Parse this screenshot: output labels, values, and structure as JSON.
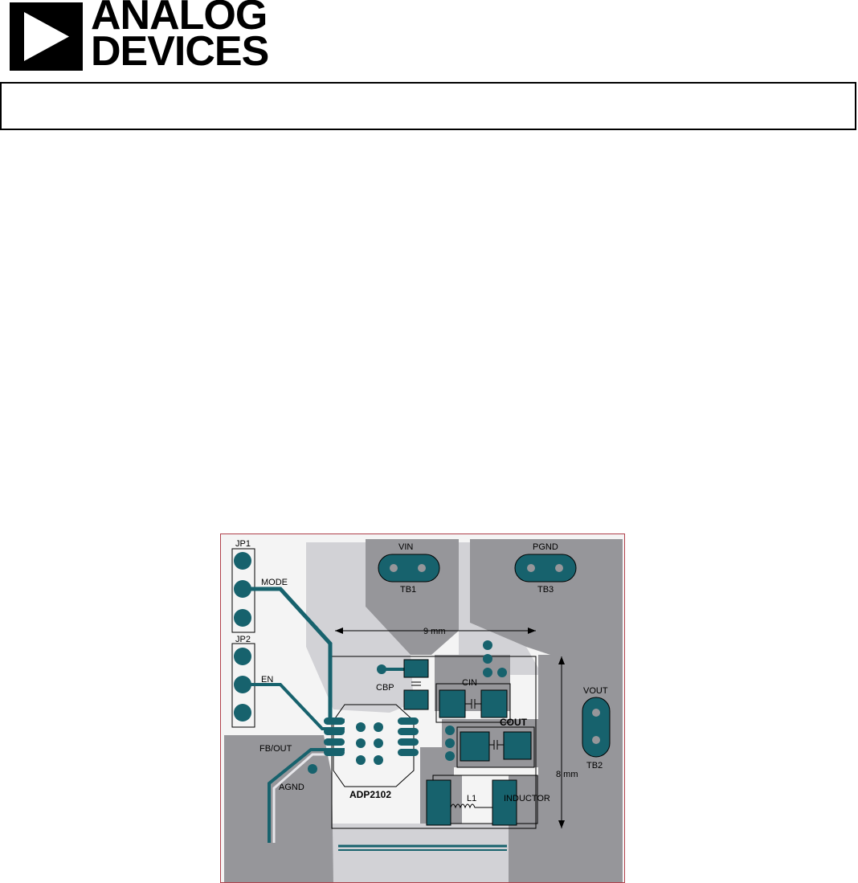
{
  "brand": {
    "line1": "ANALOG",
    "line2": "DEVICES"
  },
  "title_box": {
    "text": ""
  },
  "pcb_layout": {
    "labels": {
      "jp1": "JP1",
      "jp2": "JP2",
      "mode": "MODE",
      "en": "EN",
      "fb_out": "FB/OUT",
      "agnd": "AGND",
      "vin": "VIN",
      "tb1": "TB1",
      "pgnd": "PGND",
      "tb3": "TB3",
      "width_dim": "9 mm",
      "height_dim": "8 mm",
      "cbp": "CBP",
      "cin": "CIN",
      "cout": "COUT",
      "vout": "VOUT",
      "tb2": "TB2",
      "chip": "ADP2102",
      "l1": "L1",
      "inductor": "INDUCTOR"
    },
    "colors": {
      "copper": "#96969a",
      "silk_light": "#d2d2d6",
      "pad": "#17626d",
      "background": "#f4f4f4",
      "frame": "#b0404a"
    }
  }
}
